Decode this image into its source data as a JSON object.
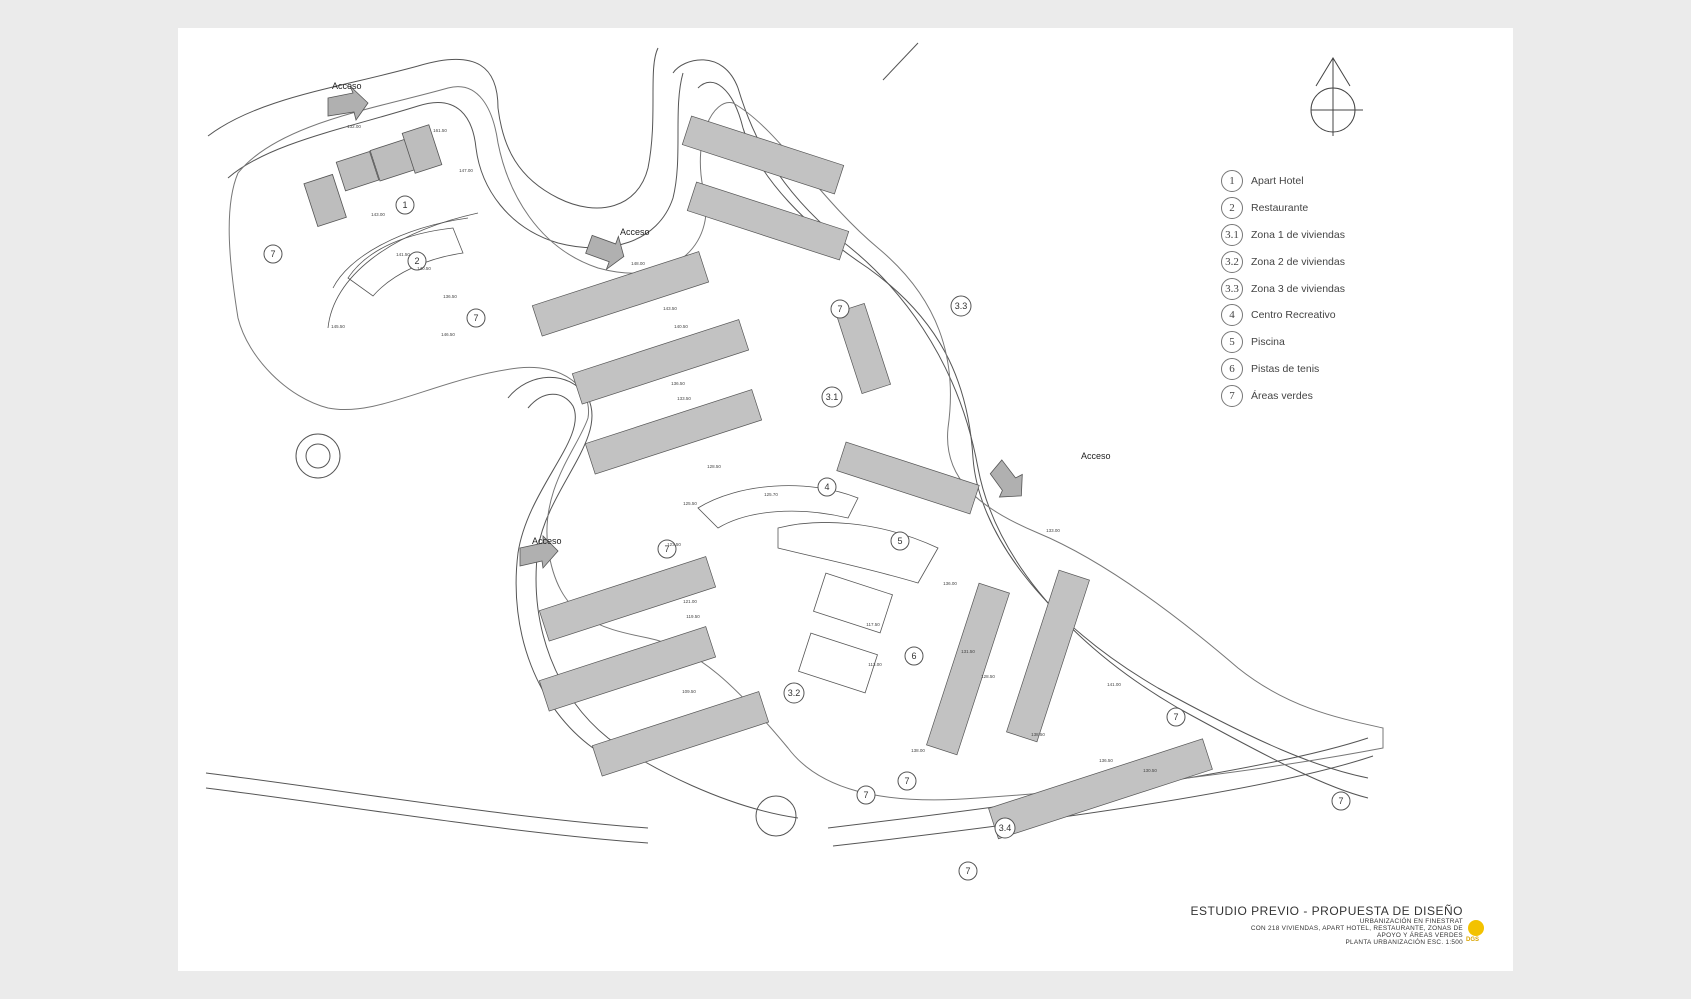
{
  "drawing": {
    "legend": [
      {
        "num": "1",
        "label": "Apart Hotel"
      },
      {
        "num": "2",
        "label": "Restaurante"
      },
      {
        "num": "3.1",
        "label": "Zona 1 de viviendas"
      },
      {
        "num": "3.2",
        "label": "Zona 2 de viviendas"
      },
      {
        "num": "3.3",
        "label": "Zona 3 de viviendas"
      },
      {
        "num": "4",
        "label": "Centro Recreativo"
      },
      {
        "num": "5",
        "label": "Piscina"
      },
      {
        "num": "6",
        "label": "Pistas de tenis"
      },
      {
        "num": "7",
        "label": "Áreas verdes"
      }
    ],
    "access_label": "Acceso",
    "plan_labels": {
      "hotel": "1",
      "restaurant": "2",
      "zone1": "3.1",
      "zone2": "3.2",
      "zone3": "3.3",
      "zone4": "3.4",
      "recreation": "4",
      "pool": "5",
      "tennis": "6",
      "green": "7"
    },
    "elevations": [
      "132.00",
      "161.50",
      "147.00",
      "143.00",
      "141.50",
      "140.50",
      "136.50",
      "145.50",
      "146.50",
      "148.00",
      "143.50",
      "140.50",
      "136.50",
      "133.50",
      "128.50",
      "125.70",
      "125.50",
      "123.50",
      "121.00",
      "119.50",
      "117.50",
      "113.00",
      "109.50",
      "138.00",
      "136.00",
      "133.00",
      "131.50",
      "128.50",
      "141.00",
      "138.50",
      "136.50",
      "130.50"
    ],
    "title": {
      "main": "ESTUDIO PREVIO - PROPUESTA DE DISEÑO",
      "line1": "URBANIZACIÓN EN FINESTRAT",
      "line2": "CON 218 VIVIENDAS, APART HOTEL, RESTAURANTE, ZONAS DE",
      "line3": "APOYO Y ÁREAS VERDES",
      "line4": "PLANTA URBANIZACIÓN ESC. 1:500"
    },
    "logo_text": "DGS",
    "colors": {
      "background": "#ebebeb",
      "sheet": "#ffffff",
      "line": "#555555",
      "building": "#b8b8b8",
      "logo": "#f3c200"
    }
  }
}
